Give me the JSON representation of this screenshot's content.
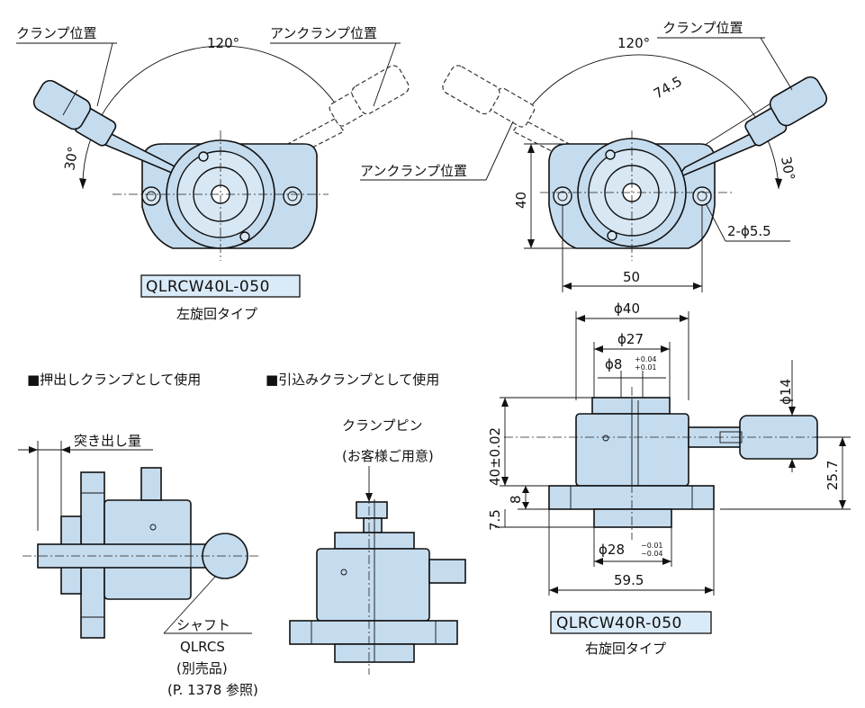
{
  "left_view": {
    "title": "QLRCW40L-050",
    "subtitle": "左旋回タイプ",
    "angle_label": "120°",
    "angle2_label": "30°",
    "clamp_label": "クランプ位置",
    "unclamp_label": "アンクランプ位置"
  },
  "right_view": {
    "title": "QLRCW40R-050",
    "subtitle": "右旋回タイプ",
    "angle_label": "120°",
    "angle2_label": "30°",
    "clamp_label": "クランプ位置",
    "unclamp_label": "アンクランプ位置",
    "dim_radius": "74.5",
    "dim_height": "40",
    "dim_width": "50",
    "dim_holes": "2-ϕ5.5"
  },
  "side_view": {
    "dim_d40": "ϕ40",
    "dim_d27": "ϕ27",
    "dim_d8": "ϕ8",
    "dim_d8_tol_upper": "+0.04",
    "dim_d8_tol_lower": "+0.01",
    "dim_d14": "ϕ14",
    "dim_height": "40±0.02",
    "dim_8": "8",
    "dim_7_5": "7.5",
    "dim_25_7": "25.7",
    "dim_d28": "ϕ28",
    "dim_d28_tol_upper": "−0.01",
    "dim_d28_tol_lower": "−0.04",
    "dim_59_5": "59.5"
  },
  "push_usage": {
    "heading": "■押出しクランプとして使用",
    "stroke_label": "突き出し量",
    "shaft_label": "シャフト",
    "shaft_model": "QLRCS",
    "shaft_note": "(別売品)",
    "shaft_ref": "(P. 1378 参照)"
  },
  "pull_usage": {
    "heading": "■引込みクランプとして使用",
    "pin_label": "クランプピン",
    "pin_note": "(お客様ご用意)"
  }
}
